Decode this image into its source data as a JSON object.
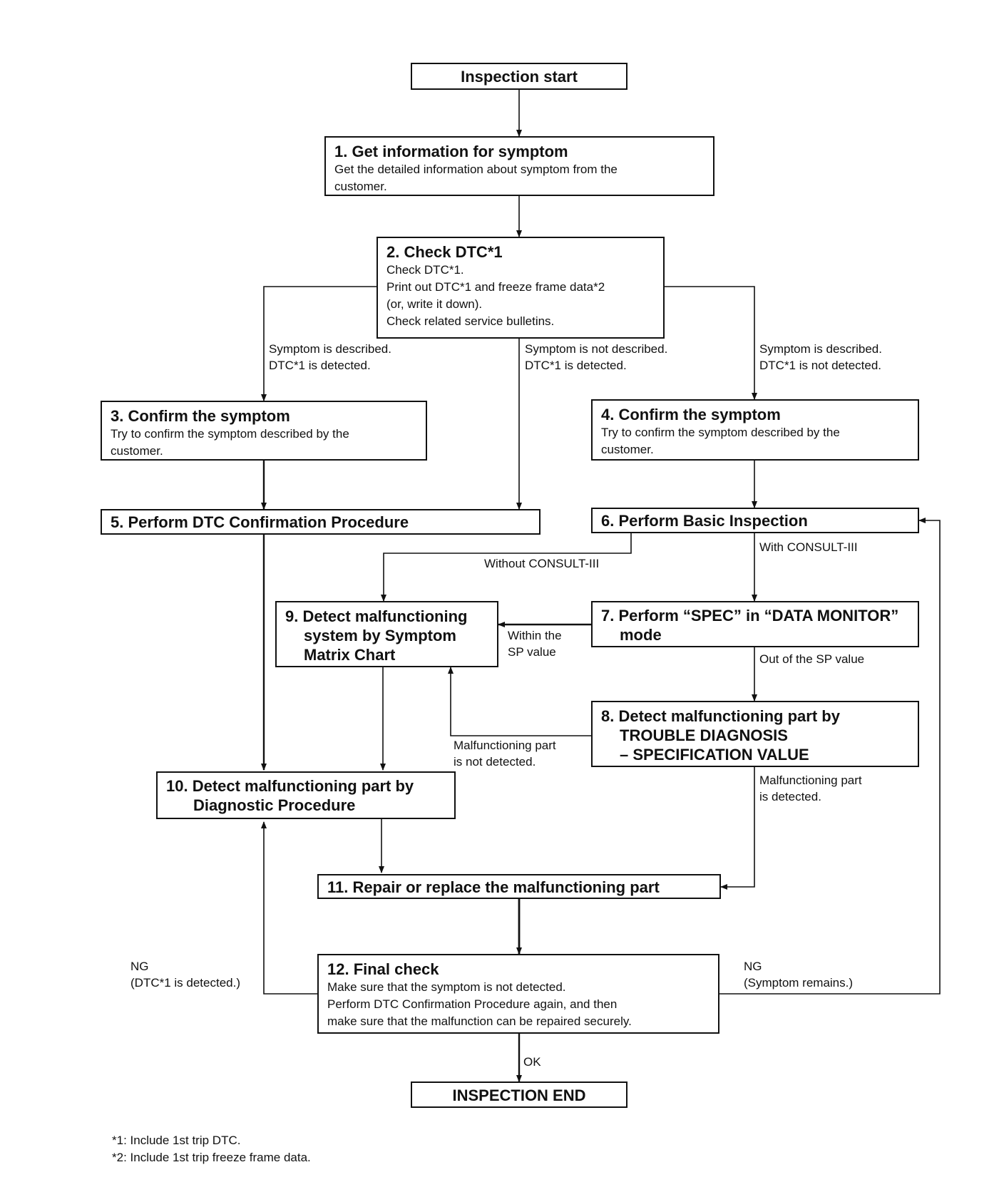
{
  "flowchart": {
    "start": "Inspection start",
    "end": "INSPECTION END",
    "steps": {
      "s1": {
        "title": "1. Get information for symptom",
        "desc": [
          "Get the detailed information about symptom from the",
          "customer."
        ]
      },
      "s2": {
        "title": "2. Check DTC*1",
        "desc": [
          "Check DTC*1.",
          "Print out DTC*1 and freeze frame data*2",
          "(or, write it down).",
          "Check related service bulletins."
        ]
      },
      "s3": {
        "title": "3. Confirm the symptom",
        "desc": [
          "Try to confirm the symptom described by the",
          "customer."
        ]
      },
      "s4": {
        "title": "4. Confirm the symptom",
        "desc": [
          "Try to confirm the symptom described by the",
          "customer."
        ]
      },
      "s5": {
        "title": "5. Perform DTC Confirmation Procedure"
      },
      "s6": {
        "title": "6. Perform Basic Inspection"
      },
      "s7": {
        "title": [
          "7. Perform “SPEC” in “DATA MONITOR”",
          "mode"
        ]
      },
      "s8": {
        "title": [
          "8. Detect malfunctioning part by",
          "TROUBLE DIAGNOSIS",
          "– SPECIFICATION VALUE"
        ]
      },
      "s9": {
        "title": [
          "9. Detect malfunctioning",
          "system by Symptom",
          "Matrix Chart"
        ]
      },
      "s10": {
        "title": [
          "10. Detect malfunctioning part by",
          "Diagnostic Procedure"
        ]
      },
      "s11": {
        "title": "11. Repair or replace the malfunctioning part"
      },
      "s12": {
        "title": "12. Final check",
        "desc": [
          "Make sure that the symptom is not detected.",
          "Perform DTC Confirmation Procedure again, and then",
          "make sure that the malfunction can be repaired securely."
        ]
      }
    },
    "labels": {
      "sym_desc_dtc": [
        "Symptom is described.",
        "DTC*1 is detected."
      ],
      "sym_notdesc_dtc": [
        "Symptom is not described.",
        "DTC*1 is detected."
      ],
      "sym_desc_nodtc": [
        "Symptom is described.",
        "DTC*1 is not detected."
      ],
      "without_consult": "Without CONSULT-III",
      "with_consult": "With CONSULT-III",
      "within_sp": [
        "Within the",
        "SP value"
      ],
      "out_sp": "Out of the SP value",
      "mal_not_detected": [
        "Malfunctioning part",
        "is not detected."
      ],
      "mal_detected": [
        "Malfunctioning part",
        "is detected."
      ],
      "ng_dtc": [
        "NG",
        "(DTC*1 is detected.)"
      ],
      "ng_symptom": [
        "NG",
        "(Symptom remains.)"
      ],
      "ok": "OK"
    },
    "footnotes": [
      "*1: Include 1st trip DTC.",
      "*2: Include 1st trip freeze frame data."
    ]
  }
}
